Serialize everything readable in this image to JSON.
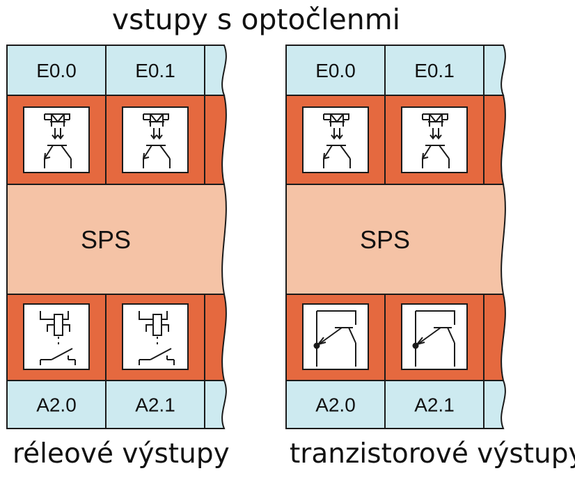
{
  "title": "vstupy s optočlenmi",
  "colors": {
    "label_cell": "#cdeaf0",
    "module": "#e5693f",
    "cpu_band": "#f5c3a6",
    "outline": "#1a1a1a"
  },
  "panels": [
    {
      "inputs": [
        "E0.0",
        "E0.1"
      ],
      "cpu_label": "SPS",
      "output_symbol": "relay-contact",
      "outputs": [
        "A2.0",
        "A2.1"
      ],
      "caption": "réleové výstupy"
    },
    {
      "inputs": [
        "E0.0",
        "E0.1"
      ],
      "cpu_label": "SPS",
      "output_symbol": "transistor-switch",
      "outputs": [
        "A2.0",
        "A2.1"
      ],
      "caption": "tranzistorové výstupy"
    }
  ]
}
